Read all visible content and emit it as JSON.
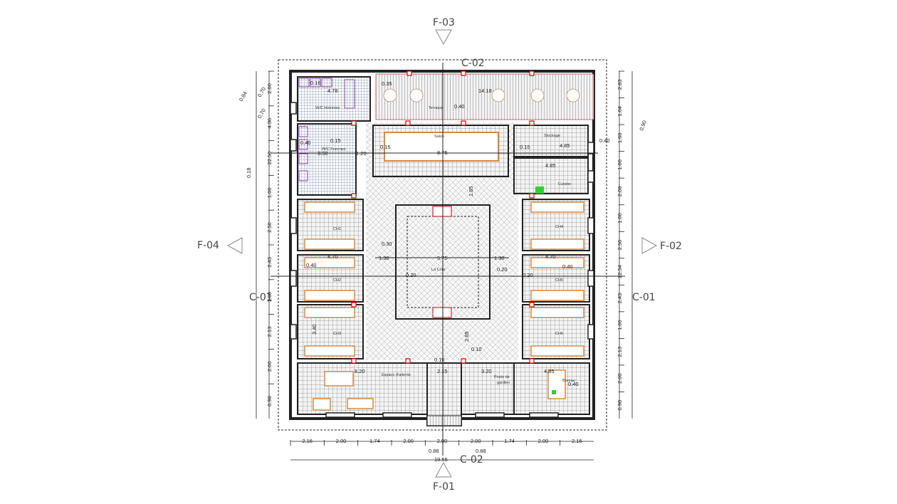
{
  "markers": {
    "f03": "F-03",
    "f02": "F-02",
    "f04": "F-04",
    "f01": "F-01",
    "c02_top": "C-02",
    "c02_bottom": "C-02",
    "c01_left": "C-01",
    "c01_right": "C-01"
  },
  "rooms": {
    "terrasse": "Terrasse",
    "salon": "Salon",
    "stockage": "Stockage",
    "cuisine": "Cuisine",
    "wc_hommes": "W/C Hommes",
    "wc_femmes": "W/C Femmes",
    "ch1": "CH1",
    "ch2": "CH2",
    "ch3": "CH3",
    "ch4": "CH4",
    "ch5": "CH5",
    "ch6": "CH6",
    "la_cour": "La Cour",
    "espace_attente": "Espace d'attente",
    "poste_gardien_1": "Poste de",
    "poste_gardien_2": "gardien",
    "bureau": "Bureau"
  },
  "dimensions": {
    "d14_18": "14.18",
    "d0_35a": "0.35",
    "d0_40a": "0.40",
    "d0_16": "0.16",
    "d4_78": "4.78",
    "d8_75": "8.75",
    "d0_15a": "0.15",
    "d0_15b": "0.15",
    "d0_15c": "0.15",
    "d4_85a": "4.85",
    "d4_85b": "4.85",
    "d4_85c": "4.85",
    "d3_50": "3.50",
    "d1_20": "1.20",
    "d0_40b": "0.40",
    "d0_40c": "0.40",
    "d5_75": "5.75",
    "d1_30a": "1.30",
    "d1_30b": "1.30",
    "d0_30": "0.30",
    "d0_20a": "0.20",
    "d0_20b": "0.20",
    "d0_20c": "0.20",
    "d4_70a": "4.70",
    "d4_70b": "4.70",
    "d8_20": "8.20",
    "d2_15": "2.15",
    "d3_20": "3.20",
    "d0_10a": "0.10",
    "d0_10b": "0.10",
    "d0_40d": "0.40",
    "d0_40e": "0.40",
    "d0_40f": "0.40",
    "d1_85": "1.85",
    "d2_65": "2.65",
    "d3_40": "3.40",
    "d0_84": "0.84",
    "d0_70a": "0.70",
    "d0_70b": "0.70",
    "d0_90": "0.90",
    "d0_18": "0.18"
  },
  "left_dims": [
    "2.00",
    "4.36",
    "22.50",
    "1.00",
    "2.50",
    "2.43",
    "1.00",
    "2.13",
    "2.00",
    "0.98"
  ],
  "right_dims": [
    "2.83",
    "1.04",
    "1.66",
    "1.00",
    "2.08",
    "1.00",
    "2.50",
    "22.54",
    "2.43",
    "1.00",
    "2.13",
    "2.00",
    "0.98"
  ],
  "bottom_dims": [
    "2.16",
    "2.00",
    "1.74",
    "2.00",
    "2.00",
    "2.00",
    "1.74",
    "2.00",
    "2.16"
  ],
  "bottom_extra": {
    "left": "0.88",
    "right": "0.88",
    "total": "19.55"
  }
}
